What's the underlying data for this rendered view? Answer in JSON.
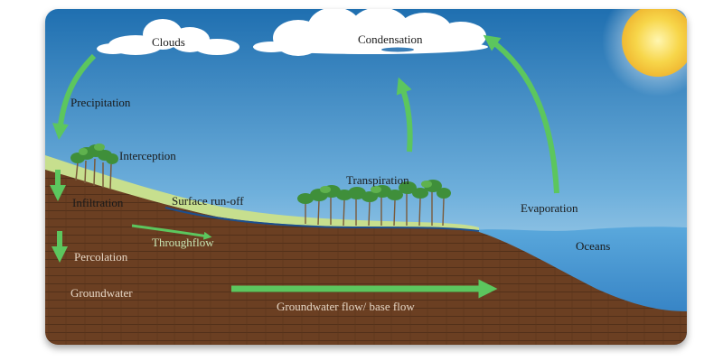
{
  "labels": {
    "clouds": "Clouds",
    "condensation": "Condensation",
    "precipitation": "Precipitation",
    "interception": "Interception",
    "infiltration": "Infiltration",
    "surface_runoff": "Surface run-off",
    "transpiration": "Transpiration",
    "evaporation": "Evaporation",
    "throughflow": "Throughflow",
    "percolation": "Percolation",
    "oceans": "Oceans",
    "groundwater": "Groundwater",
    "groundwater_flow": "Groundwater flow/ base flow"
  },
  "icons": {
    "sun": "sun-icon",
    "cloud": "cloud-icon",
    "tree": "tree-icon"
  },
  "colors": {
    "sky_top": "#1f6fb0",
    "sky_bottom": "#cfe6f3",
    "ground": "#6b3f22",
    "ground_line": "#4e2b15",
    "grass": "#c7df8e",
    "ocean": "#3b8fd0",
    "arrow": "#5cc65e",
    "runoff": "#1c4f8e",
    "sun": "#f7d64a"
  }
}
